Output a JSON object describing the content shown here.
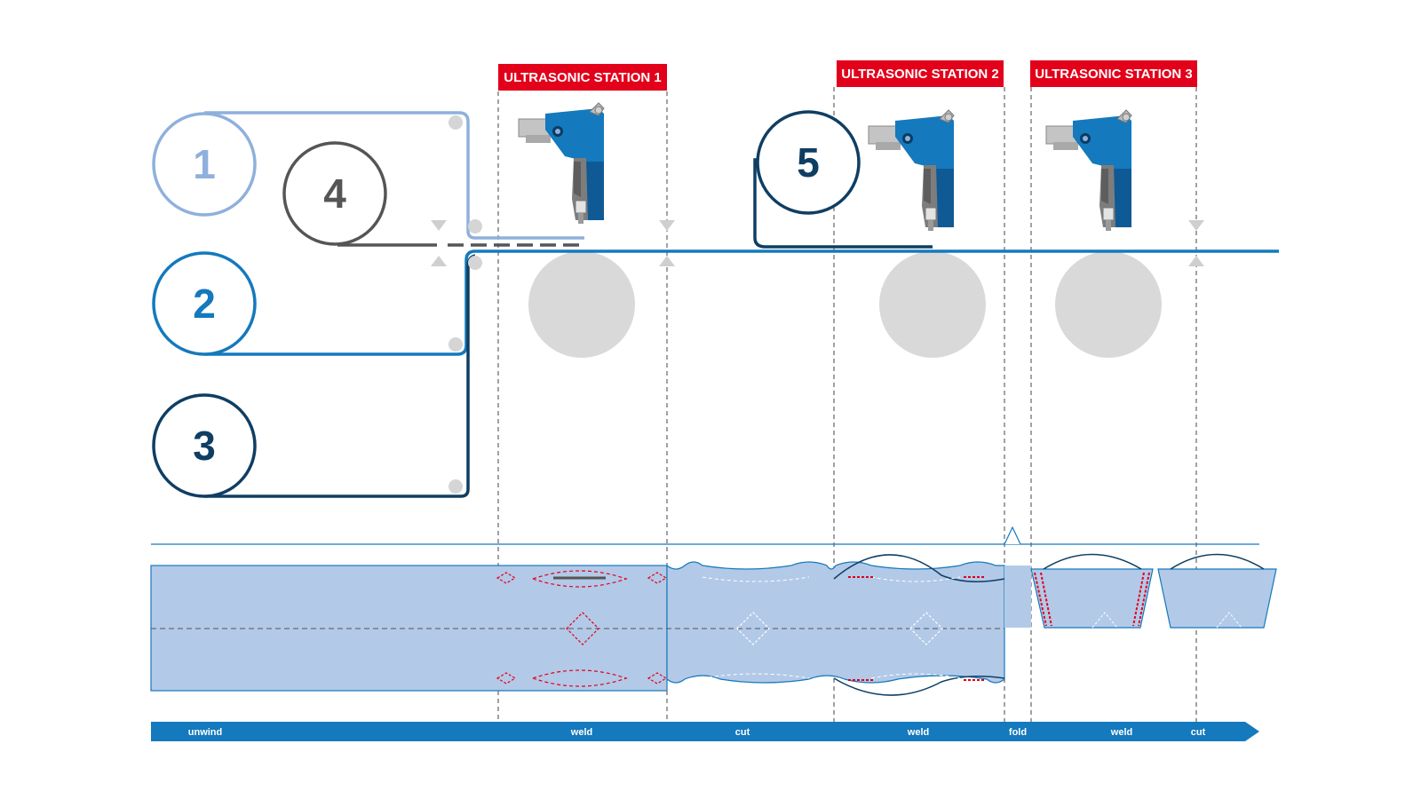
{
  "stations": [
    {
      "label": "ULTRASONIC STATION 1"
    },
    {
      "label": "ULTRASONIC STATION 2"
    },
    {
      "label": "ULTRASONIC STATION 3"
    }
  ],
  "rolls": [
    {
      "number": "1",
      "color": "#8fb0dc"
    },
    {
      "number": "2",
      "color": "#1479bd"
    },
    {
      "number": "3",
      "color": "#0f3e63"
    },
    {
      "number": "4",
      "color": "#555555"
    },
    {
      "number": "5",
      "color": "#0f3e63"
    }
  ],
  "steps": [
    "unwind",
    "weld",
    "cut",
    "weld",
    "fold",
    "weld",
    "cut"
  ],
  "colors": {
    "accent_red": "#e2001a",
    "machine_blue": "#1479bd",
    "web_blue": "#1479bd",
    "product_fill": "#b3c9e8",
    "anvil_gray": "#d9d9d9"
  }
}
